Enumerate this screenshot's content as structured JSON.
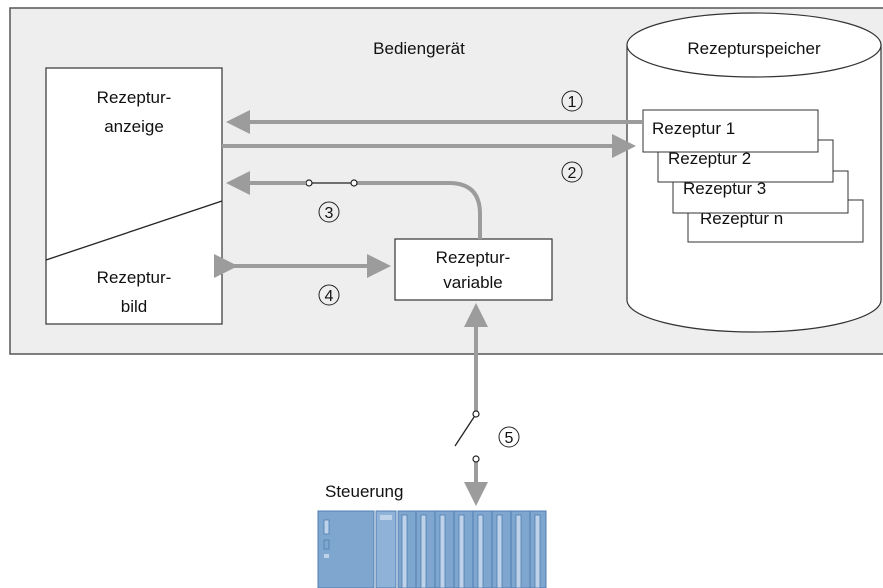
{
  "device": {
    "title": "Bediengerät"
  },
  "recipe_display": {
    "line1": "Rezeptur-",
    "line2": "anzeige"
  },
  "recipe_screen": {
    "line1": "Rezeptur-",
    "line2": "bild"
  },
  "recipe_variable": {
    "line1": "Rezeptur-",
    "line2": "variable"
  },
  "memory": {
    "title": "Rezepturspeicher",
    "recipes": [
      "Rezeptur 1",
      "Rezeptur 2",
      "Rezeptur 3",
      "Rezeptur n"
    ]
  },
  "controller": {
    "label": "Steuerung"
  },
  "markers": [
    "1",
    "2",
    "3",
    "4",
    "5"
  ],
  "colors": {
    "panel_bg": "#eeeeee",
    "arrow": "#9c9c9c",
    "plc": "#7fa6cf",
    "plc_dark": "#4f7fb0",
    "plc_light": "#bed3ea"
  }
}
